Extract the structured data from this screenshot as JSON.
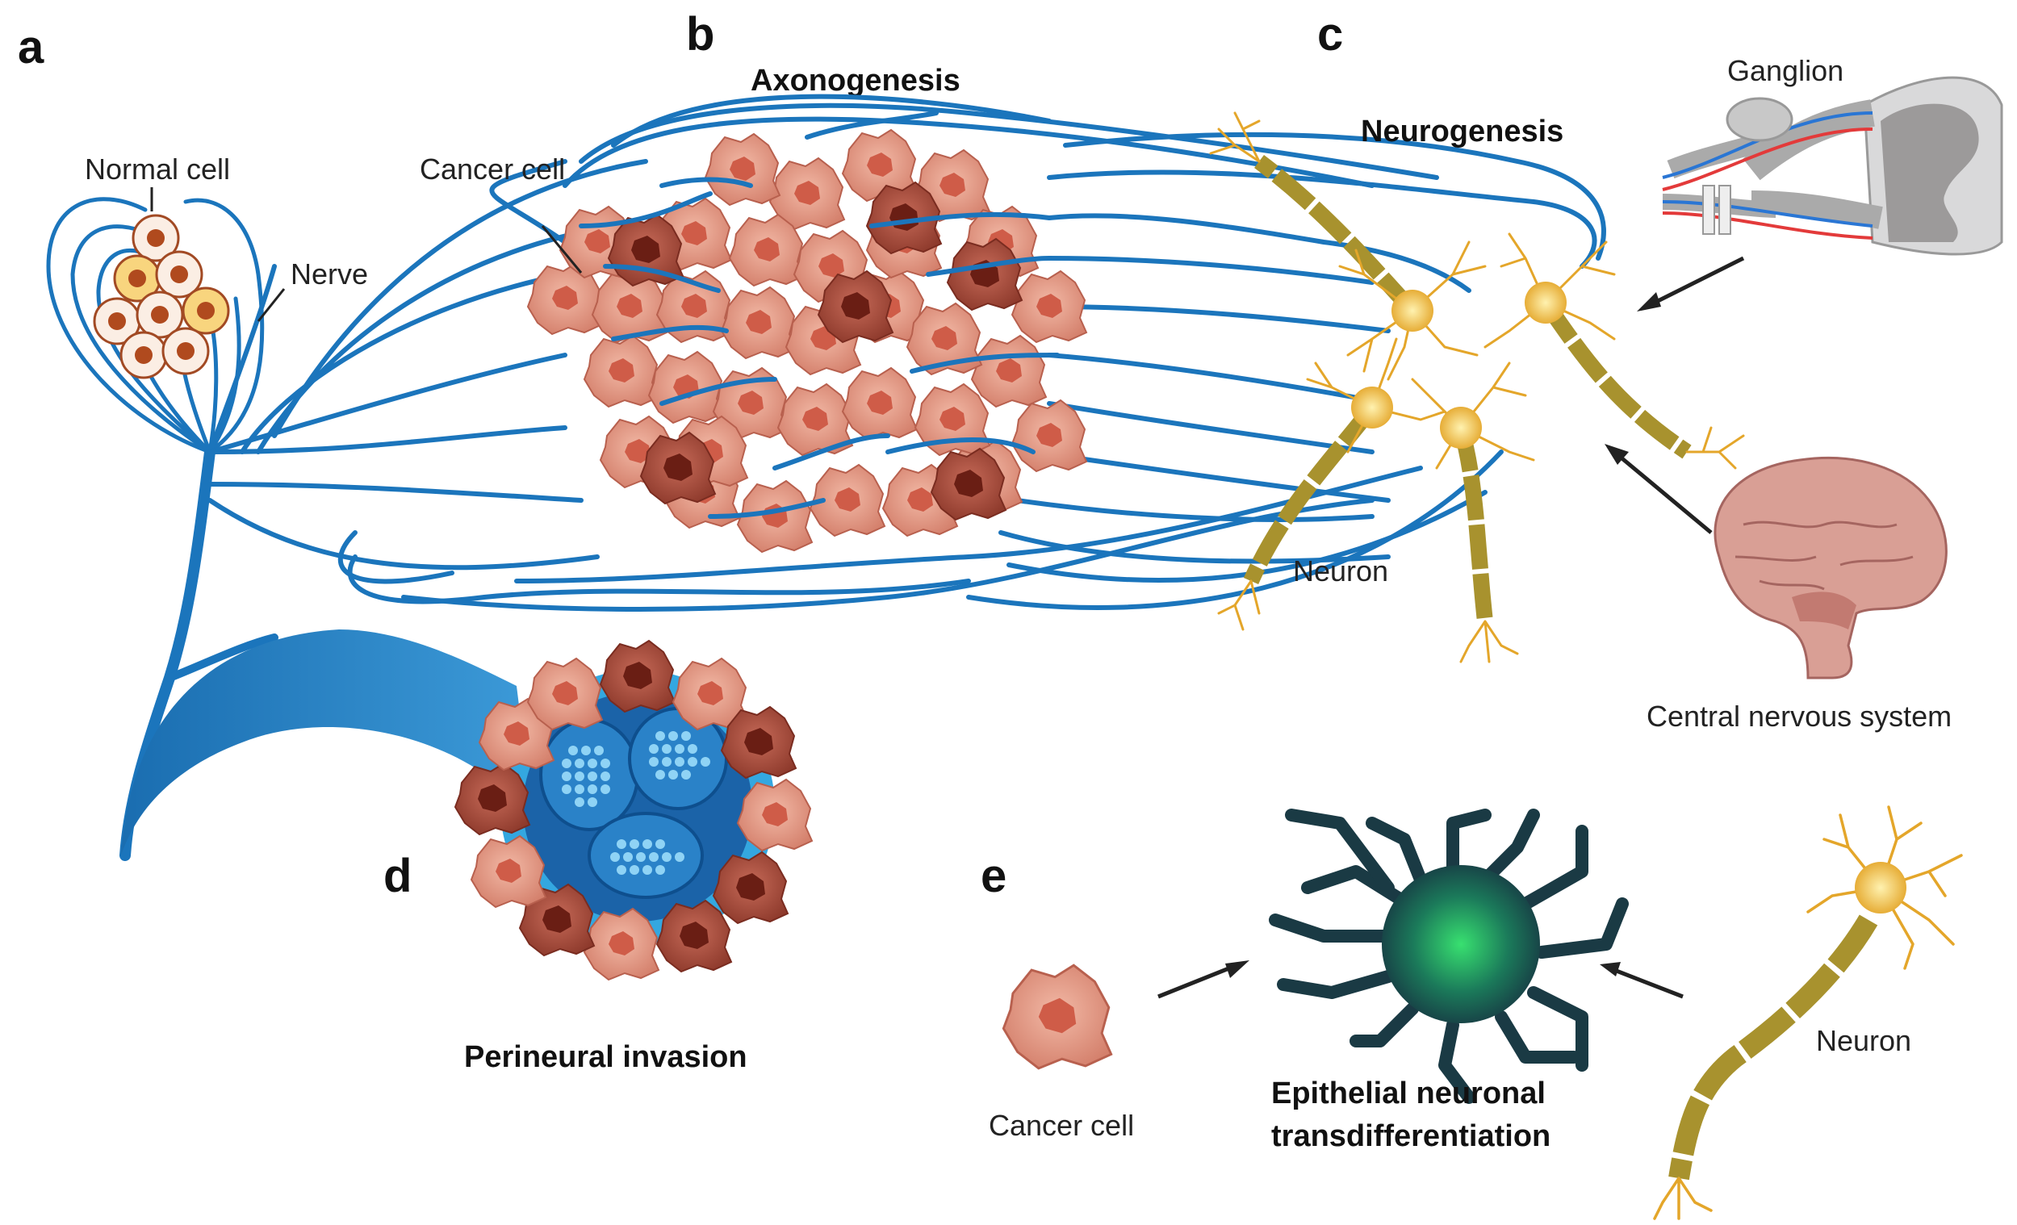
{
  "panels": {
    "a": {
      "letter": "a",
      "normal_cell_label": "Normal cell",
      "nerve_label": "Nerve"
    },
    "b": {
      "letter": "b",
      "title": "Axonogenesis",
      "cancer_cell_label": "Cancer cell"
    },
    "c": {
      "letter": "c",
      "title": "Neurogenesis",
      "ganglion_label": "Ganglion",
      "neuron_label": "Neuron",
      "cns_label": "Central nervous system"
    },
    "d": {
      "letter": "d",
      "title": "Perineural invasion"
    },
    "e": {
      "letter": "e",
      "title_line1": "Epithelial neuronal",
      "title_line2": "transdifferentiation",
      "cancer_cell_label": "Cancer cell",
      "neuron_label": "Neuron"
    }
  },
  "colors": {
    "nerve": "#1b75bc",
    "cancer_light": "#e59b89",
    "cancer_dark": "#9a3b2c",
    "neuron": "#e8b430",
    "axon": "#a8922e",
    "cell_yellow": "#f8d57e",
    "nucleus": "#b04a1e",
    "transdiff_dark": "#1a3a44",
    "transdiff_glow": "#2fcf6f"
  }
}
